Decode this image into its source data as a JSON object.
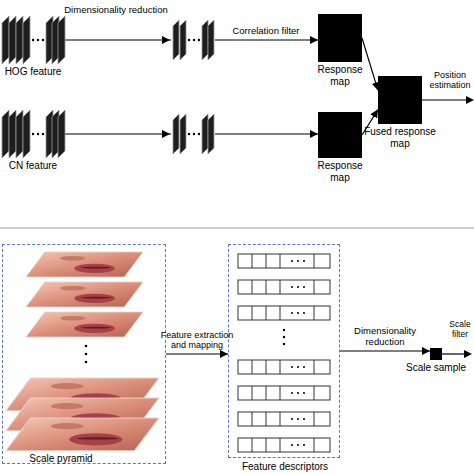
{
  "diagram": {
    "nodes": [
      {
        "text": [
          "HOG feature"
        ]
      },
      {
        "text": [
          "Response map"
        ]
      },
      {
        "text": [
          "CN feature"
        ]
      },
      {
        "text": [
          "Response map"
        ]
      },
      {
        "text": [
          "Fused response map"
        ]
      },
      {
        "text": [
          "Scale pyramid"
        ]
      },
      {
        "text": [
          "Feature descriptors"
        ]
      },
      {
        "text": [
          "Scale sample"
        ]
      }
    ],
    "edges": [
      {
        "from": 0,
        "to": 1,
        "arrow": "to"
      },
      {
        "from": 2,
        "to": 3,
        "arrow": "to"
      },
      {
        "from": 1,
        "to": 4,
        "arrow": "to"
      },
      {
        "from": 3,
        "to": 4,
        "arrow": "to"
      },
      {
        "from": 5,
        "to": 6,
        "label": "Feature extraction and mapping",
        "arrow": "to"
      },
      {
        "from": 6,
        "to": 7,
        "label": "Dimensionality reduction",
        "arrow": "to"
      }
    ],
    "labels": [
      "Dimensionality reduction",
      "Correlation filter",
      "Position estimation",
      "Scale filter"
    ]
  }
}
